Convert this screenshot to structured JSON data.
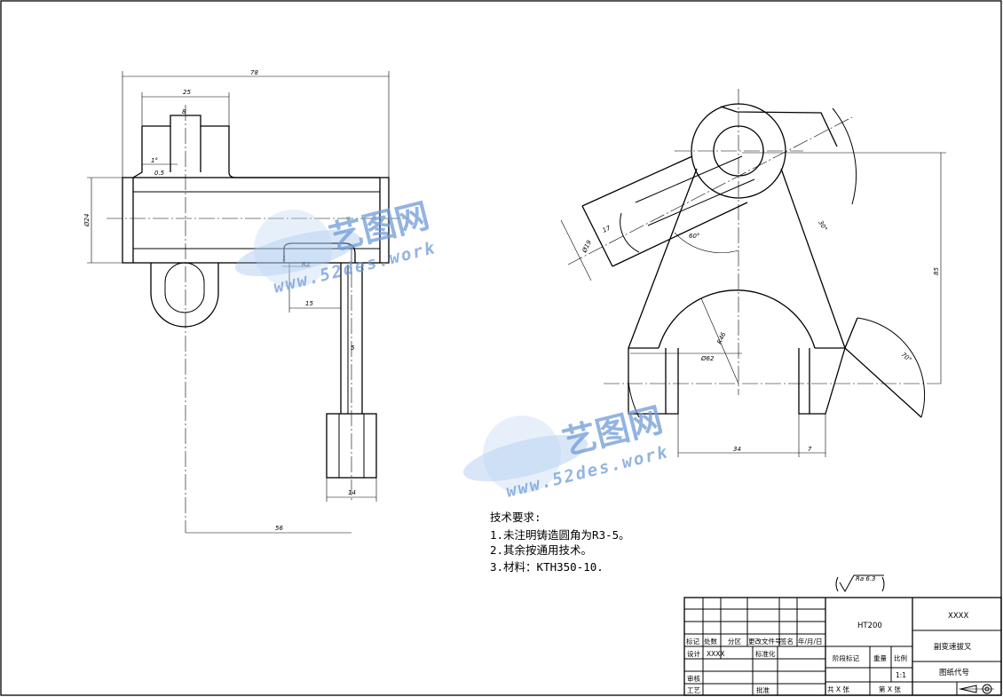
{
  "dimensions": {
    "overall_width": "78",
    "head_width": "25",
    "slot_width": "8",
    "chamfer": "1°",
    "offset": "0.5",
    "shaft_dia": "Ø24",
    "fillet_r": "R2",
    "small": "1",
    "arm_offset": "15",
    "arm_thk": "5",
    "pad_width": "14",
    "center_distance": "56",
    "right_w": "17",
    "right_dia": "Ø19",
    "angle_60": "60°",
    "angle_30": "30°",
    "height_85": "85",
    "radius_r46": "R46",
    "dia_62": "Ø62",
    "angle_70": "70°",
    "width_34": "34",
    "width_7": "7"
  },
  "notes": {
    "heading": "技术要求:",
    "line1": "1.未注明铸造圆角为R3-5。",
    "line2": "2.其余按通用技术。",
    "line3": "3.材料：KTH350-10."
  },
  "roughness": {
    "label": "Ra 6.3"
  },
  "title_block": {
    "material": "HT200",
    "company": "XXXX",
    "part_name": "副变速拔叉",
    "drawing_no_label": "图纸代号",
    "scale_value": "1:1",
    "stage_label": "阶段标记",
    "weight_label": "重量",
    "scale_label": "比例",
    "total_sheets": "共 X 张",
    "sheet_no": "第 X 张",
    "headers": {
      "mark": "标记",
      "count": "处数",
      "zone": "分区",
      "change_doc": "更改文件号",
      "sign": "签名",
      "date": "年/月/日",
      "design": "设计",
      "designer": "XXXX",
      "standard": "标准化",
      "review": "审核",
      "process": "工艺",
      "approve": "批准"
    }
  },
  "watermark": {
    "cn": "艺图网",
    "en": "www.52des.work"
  }
}
